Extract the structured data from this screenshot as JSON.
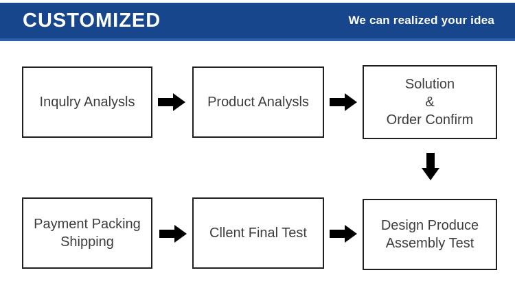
{
  "header": {
    "title": "CUSTOMIZED",
    "tagline": "We can realized your idea"
  },
  "colors": {
    "header-bg": "#17468c",
    "header-accent": "#2f5fa8",
    "header-text": "#ffffff",
    "box-border": "#1f1f1f",
    "box-text": "#3d3d3d",
    "arrow": "#000000"
  },
  "flowchart": {
    "rows": [
      {
        "boxes": [
          {
            "lines": [
              "Inqulry Analysls"
            ]
          },
          {
            "lines": [
              "Product Analysls"
            ]
          },
          {
            "lines": [
              "Solution",
              "&",
              "Order Confirm"
            ]
          }
        ]
      },
      {
        "boxes": [
          {
            "lines": [
              "Payment Packing",
              "Shipping"
            ]
          },
          {
            "lines": [
              "Cllent Final Test"
            ]
          },
          {
            "lines": [
              "Design Produce",
              "Assembly Test"
            ]
          }
        ]
      }
    ]
  }
}
